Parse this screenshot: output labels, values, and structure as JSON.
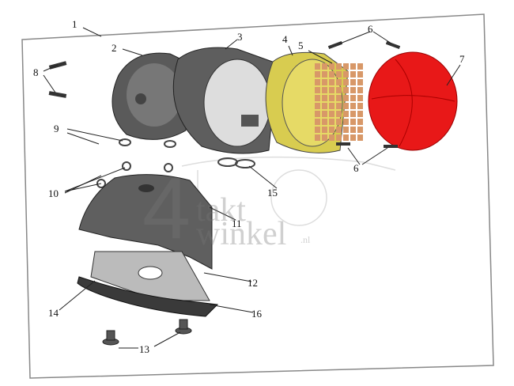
{
  "watermark": {
    "digit": "4",
    "line1": "takt",
    "line2": "winkel",
    "suffix": ".nl"
  },
  "callouts": [
    {
      "id": "1",
      "text": "1"
    },
    {
      "id": "2",
      "text": "2"
    },
    {
      "id": "3",
      "text": "3"
    },
    {
      "id": "4",
      "text": "4"
    },
    {
      "id": "5",
      "text": "5"
    },
    {
      "id": "6a",
      "text": "6"
    },
    {
      "id": "7",
      "text": "7"
    },
    {
      "id": "8",
      "text": "8"
    },
    {
      "id": "9",
      "text": "9"
    },
    {
      "id": "10",
      "text": "10"
    },
    {
      "id": "11",
      "text": "11"
    },
    {
      "id": "12",
      "text": "12"
    },
    {
      "id": "13",
      "text": "13"
    },
    {
      "id": "14",
      "text": "14"
    },
    {
      "id": "15",
      "text": "15"
    },
    {
      "id": "16",
      "text": "16"
    },
    {
      "id": "6b",
      "text": "6"
    }
  ],
  "colors": {
    "lens": "#e81818",
    "reflector": "#d8cc50",
    "housing": "#555555",
    "bulbs": "#d89868"
  }
}
